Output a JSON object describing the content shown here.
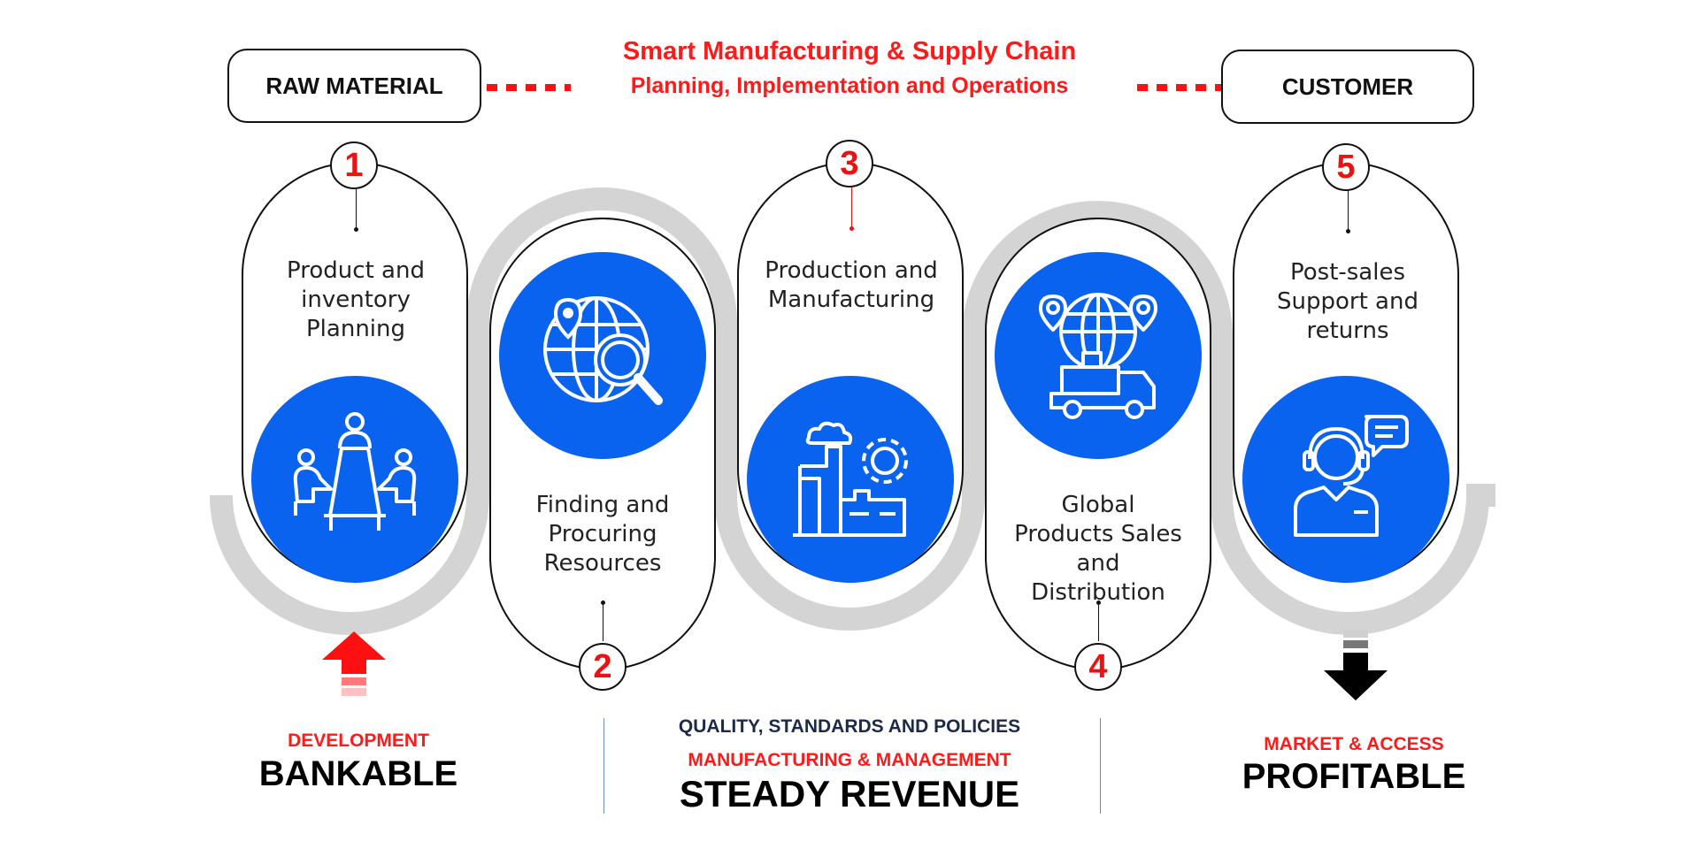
{
  "header": {
    "start": "RAW MATERIAL",
    "end": "CUSTOMER",
    "title_line1": "Smart Manufacturing & Supply Chain",
    "title_line2": "Planning, Implementation and Operations"
  },
  "steps": [
    {
      "number": "1",
      "label": "Product and inventory Planning",
      "icon": "meeting-table-icon"
    },
    {
      "number": "2",
      "label": "Finding and Procuring Resources",
      "icon": "globe-search-icon"
    },
    {
      "number": "3",
      "label": "Production and Manufacturing",
      "icon": "factory-gear-icon"
    },
    {
      "number": "4",
      "label": "Global Products Sales and Distribution",
      "icon": "globe-delivery-truck-icon"
    },
    {
      "number": "5",
      "label": "Post-sales Support and returns",
      "icon": "customer-support-agent-icon"
    }
  ],
  "bottom": {
    "left": {
      "sub": "DEVELOPMENT",
      "main": "BANKABLE",
      "arrow": "red-up-arrow-icon"
    },
    "center": {
      "sub1": "QUALITY, STANDARDS AND POLICIES",
      "sub2": "MANUFACTURING & MANAGEMENT",
      "main": "STEADY REVENUE"
    },
    "right": {
      "sub": "MARKET & ACCESS",
      "main": "PROFITABLE",
      "arrow": "black-down-arrow-icon"
    }
  },
  "colors": {
    "accent_red": "#ff1a1a",
    "blue": "#0a63ef",
    "navy": "#1c2a4a",
    "gray_band": "#d4d4d4"
  }
}
